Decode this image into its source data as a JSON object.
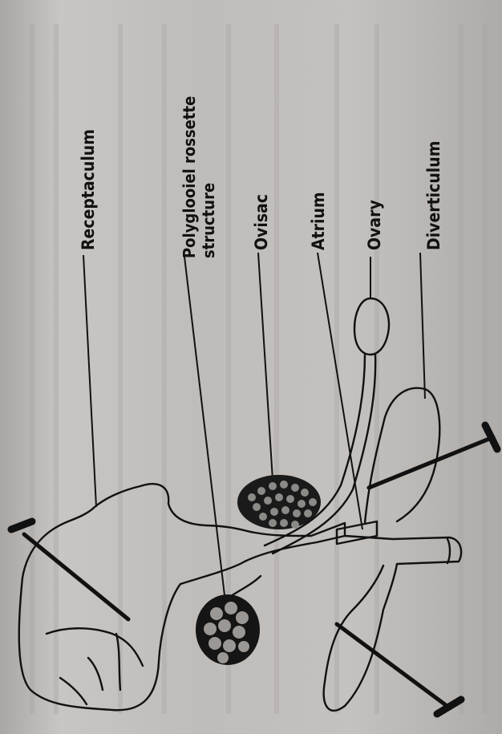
{
  "labels": {
    "receptaculum": "Receptaculum",
    "polyglandular_line1": "Polyglooiel rossette",
    "polyglandular_line2": "structure",
    "ovisac": "Ovisac",
    "atrium": "Atrium",
    "ovary": "Ovary",
    "diverticulum": "Diverticulum"
  },
  "colors": {
    "ink": "#111111",
    "paper": "#c2bfbc"
  }
}
